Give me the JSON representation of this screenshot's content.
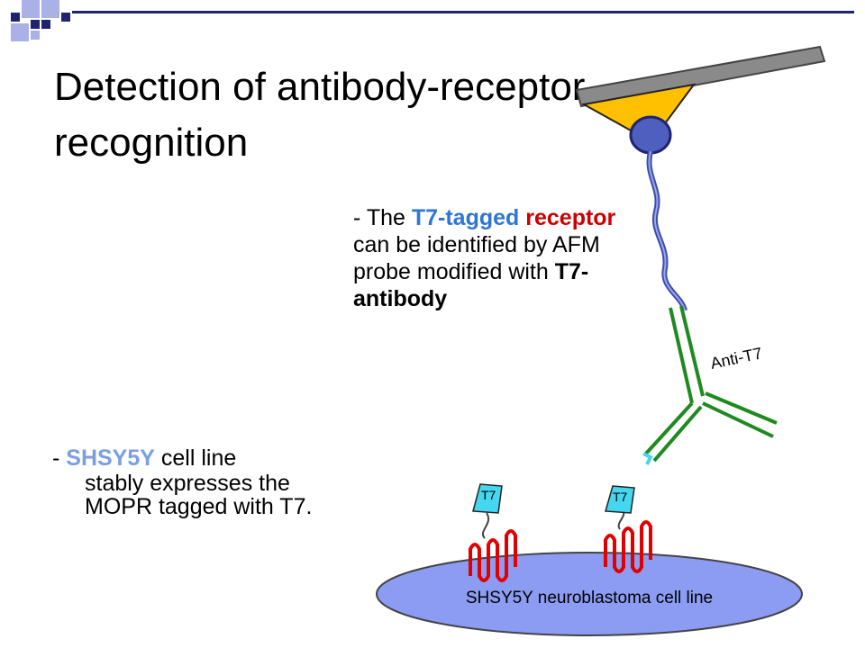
{
  "title": "Detection of antibody-receptor recognition",
  "t7_text": {
    "dash": "- The ",
    "t7_tagged": "T7-tagged",
    "receptor": "receptor",
    "middle": " can be identified by AFM probe modified with ",
    "antibody": "T7-antibody"
  },
  "shsy_text": {
    "dash": "- ",
    "cell": "SHSY5Y",
    "line1_rest": " cell line",
    "rest": "stably expresses the MOPR tagged with T7."
  },
  "diagram": {
    "anti_label": "Anti-T7",
    "tag_labels": [
      "T7",
      "T7"
    ],
    "cell_label": "SHSY5Y neuroblastoma cell line"
  },
  "colors": {
    "accent_blue": "#2e75d6",
    "accent_red": "#cc0000",
    "antibody_green": "#1f8a1f",
    "cell_fill": "#8c9cf2",
    "cantilever": "#8a8a8a",
    "tip": "#ffc000",
    "bead": "#4f5fc0",
    "tag_fill": "#45d6f0",
    "receptor_red": "#e00000",
    "deco_navy": "#1f2470"
  }
}
